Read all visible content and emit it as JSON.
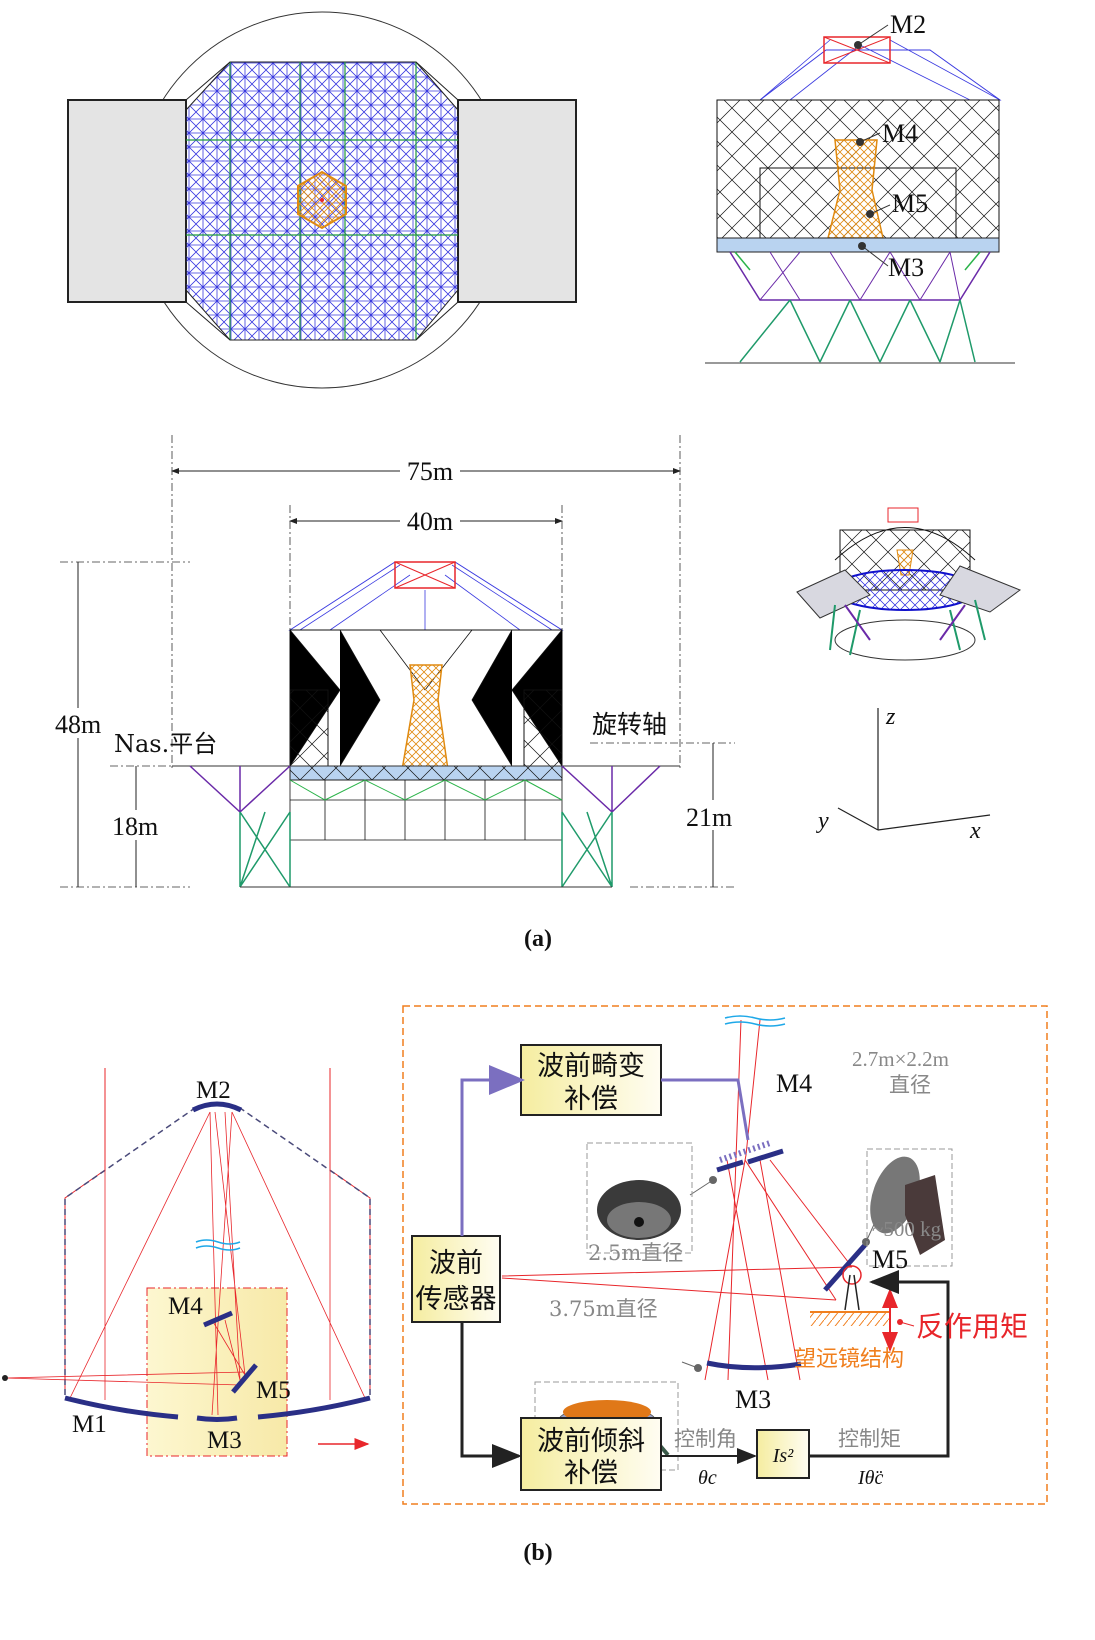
{
  "panel_a": {
    "caption": "(a)",
    "side_view_labels": {
      "m2": "M2",
      "m4": "M4",
      "m5": "M5",
      "m3": "M3"
    },
    "dimensions": {
      "width_total": "75m",
      "width_inner": "40m",
      "height_total": "48m",
      "platform_height": "18m",
      "axis_height": "21m",
      "nas_platform": "Nas.平台",
      "rotation_axis": "旋转轴"
    },
    "axes": {
      "z": "z",
      "y": "y",
      "x": "x"
    }
  },
  "panel_b": {
    "caption": "(b)",
    "optics_labels": {
      "m1": "M1",
      "m2": "M2",
      "m3": "M3",
      "m4": "M4",
      "m5": "M5"
    },
    "blocks": {
      "wavefront_distortion": [
        "波前畸变",
        "补偿"
      ],
      "wavefront_sensor": [
        "波前",
        "传感器"
      ],
      "wavefront_tilt": [
        "波前倾斜",
        "补偿"
      ],
      "plant": "Is²"
    },
    "labels": {
      "m4": "M4",
      "m5": "M5",
      "m3": "M3",
      "m4_diameter": "2.5m直径",
      "m3_diameter": "3.75m直径",
      "m5_size": "2.7m×2.2m",
      "m5_diameter": "直径",
      "m5_mass": "~500 kg",
      "reaction_torque": "反作用矩",
      "telescope_structure": "望远镜结构",
      "control_angle": "控制角",
      "control_angle_symbol": "θc",
      "control_torque": "控制矩",
      "control_torque_symbol": "Iθ̈c"
    },
    "colors": {
      "ray": "#e8262b",
      "mirror": "#2a2f86",
      "accent": "#f07f1e",
      "feedback": "#7b6fc0"
    }
  }
}
